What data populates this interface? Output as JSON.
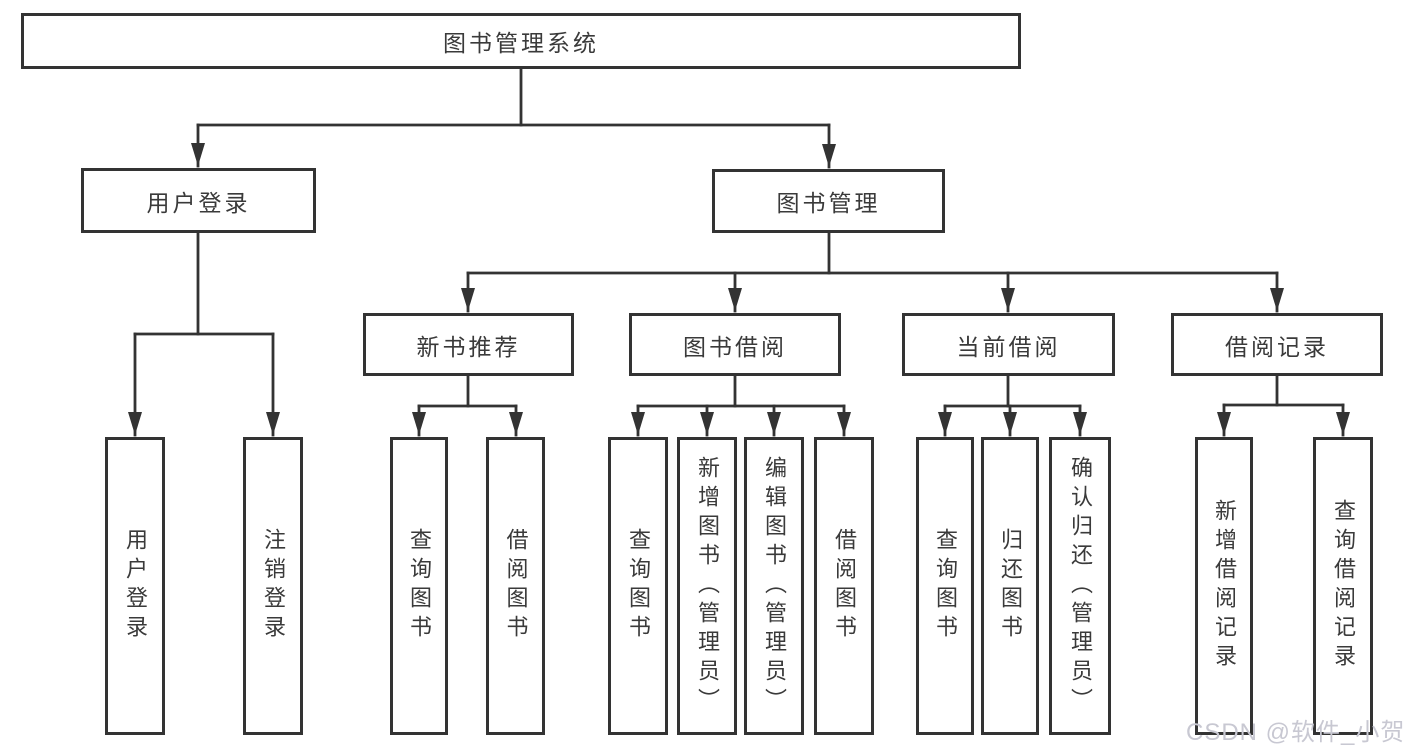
{
  "diagram_type": "functional-structure-tree",
  "tree": {
    "label": "图书管理系统",
    "children": [
      {
        "label": "用户登录",
        "children": [
          {
            "label": "用户登录"
          },
          {
            "label": "注销登录"
          }
        ]
      },
      {
        "label": "图书管理",
        "children": [
          {
            "label": "新书推荐",
            "children": [
              {
                "label": "查询图书"
              },
              {
                "label": "借阅图书"
              }
            ]
          },
          {
            "label": "图书借阅",
            "children": [
              {
                "label": "查询图书"
              },
              {
                "label": "新增图书（管理员）"
              },
              {
                "label": "编辑图书（管理员）"
              },
              {
                "label": "借阅图书"
              }
            ]
          },
          {
            "label": "当前借阅",
            "children": [
              {
                "label": "查询图书"
              },
              {
                "label": "归还图书"
              },
              {
                "label": "确认归还（管理员）"
              }
            ]
          },
          {
            "label": "借阅记录",
            "children": [
              {
                "label": "新增借阅记录"
              },
              {
                "label": "查询借阅记录"
              }
            ]
          }
        ]
      }
    ]
  },
  "watermark": {
    "text": "CSDN @软件_小贺同学"
  },
  "colors": {
    "line": "#333333",
    "box_border": "#333333",
    "text": "#3a3a3a",
    "watermark": "#c8c8d2",
    "background": "#ffffff"
  }
}
